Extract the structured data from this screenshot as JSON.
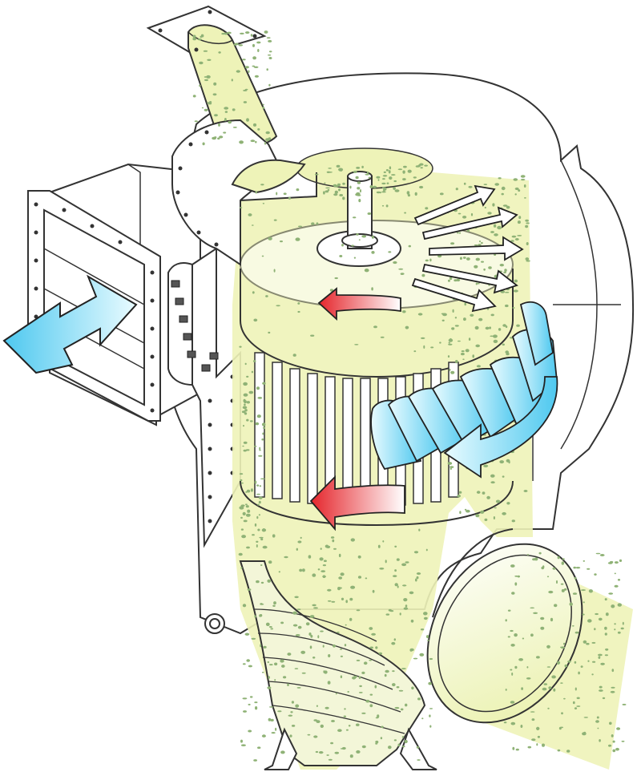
{
  "illustration": {
    "kind": "cutaway-classifier-cyclone",
    "colors": {
      "outline": "#333333",
      "body_fill": "#ffffff",
      "powder_fill": "#eef3b8",
      "powder_dots": "#8fb276",
      "air_arrow_light": "#e9fbff",
      "air_arrow_dark": "#4ec8ef",
      "rotation_arrow_light": "#ffffff",
      "rotation_arrow_dark": "#e5252b",
      "outflow_arrow_fill": "#ffffff",
      "outflow_arrow_stroke": "#222222"
    },
    "parts": [
      "feed-chute",
      "top-cover-flange",
      "rotor-shaft",
      "rotor-cage",
      "air-inlet-duct",
      "air-inlet-flange",
      "guide-vanes",
      "cyclone-housing",
      "fines-outlet-flange",
      "coarse-discharge-cone",
      "support-feet"
    ],
    "flows": [
      "air-inlet-arrow",
      "rotor-rotation-arrow-top",
      "rotor-rotation-arrow-bottom",
      "fines-outflow-arrows",
      "guide-vane-airflow-arrows"
    ]
  }
}
